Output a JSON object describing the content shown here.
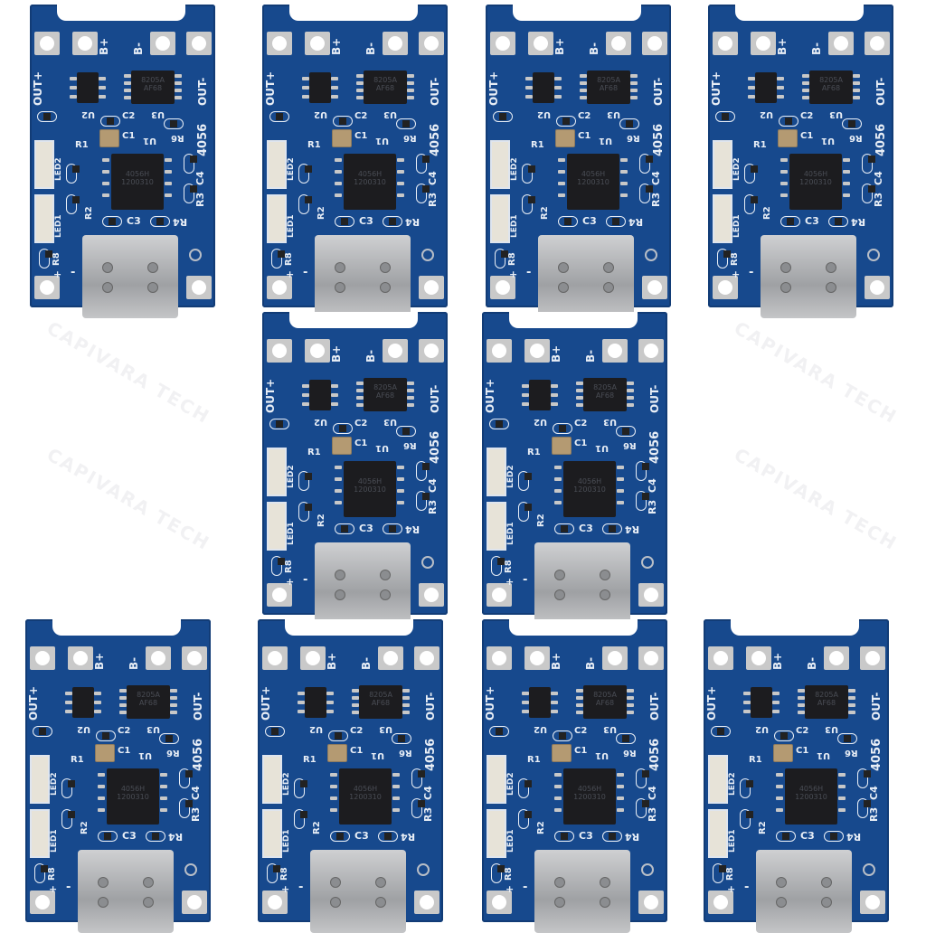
{
  "watermark": "CAPIVARA TECH",
  "board": {
    "b_plus": "B+",
    "b_minus": "B-",
    "out_plus": "OUT+",
    "out_minus": "OUT-",
    "model": "4056",
    "u1": "U1",
    "u2": "U2",
    "u3": "U3",
    "c1": "C1",
    "c2": "C2",
    "c3": "C3",
    "c4": "C4",
    "r1": "R1",
    "r2": "R2",
    "r3": "R3",
    "r4": "R4",
    "r6": "R6",
    "r8": "R8",
    "led1": "LED1",
    "led2": "LED2",
    "plus": "+",
    "minus": "-",
    "u3_mark": "8205A AF68",
    "u1_mark": "4056H 1200310"
  },
  "board_count": 10,
  "colors": {
    "pcb": "#17498d",
    "silkscreen": "#e8eef6",
    "background": "#ffffff"
  }
}
